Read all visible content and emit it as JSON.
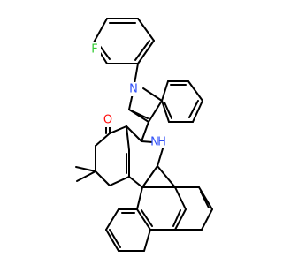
{
  "structure": {
    "atoms": [
      {
        "id": "F",
        "symbol": "F",
        "color": "#33cc33"
      },
      {
        "id": "N1",
        "symbol": "N",
        "color": "#3050f8"
      },
      {
        "id": "O",
        "symbol": "O",
        "color": "#ff0d0d"
      },
      {
        "id": "NH",
        "symbol": "N",
        "subscript_symbol": "H",
        "color": "#3050f8"
      }
    ],
    "bond_color": "#000000",
    "background": "#ffffff"
  }
}
